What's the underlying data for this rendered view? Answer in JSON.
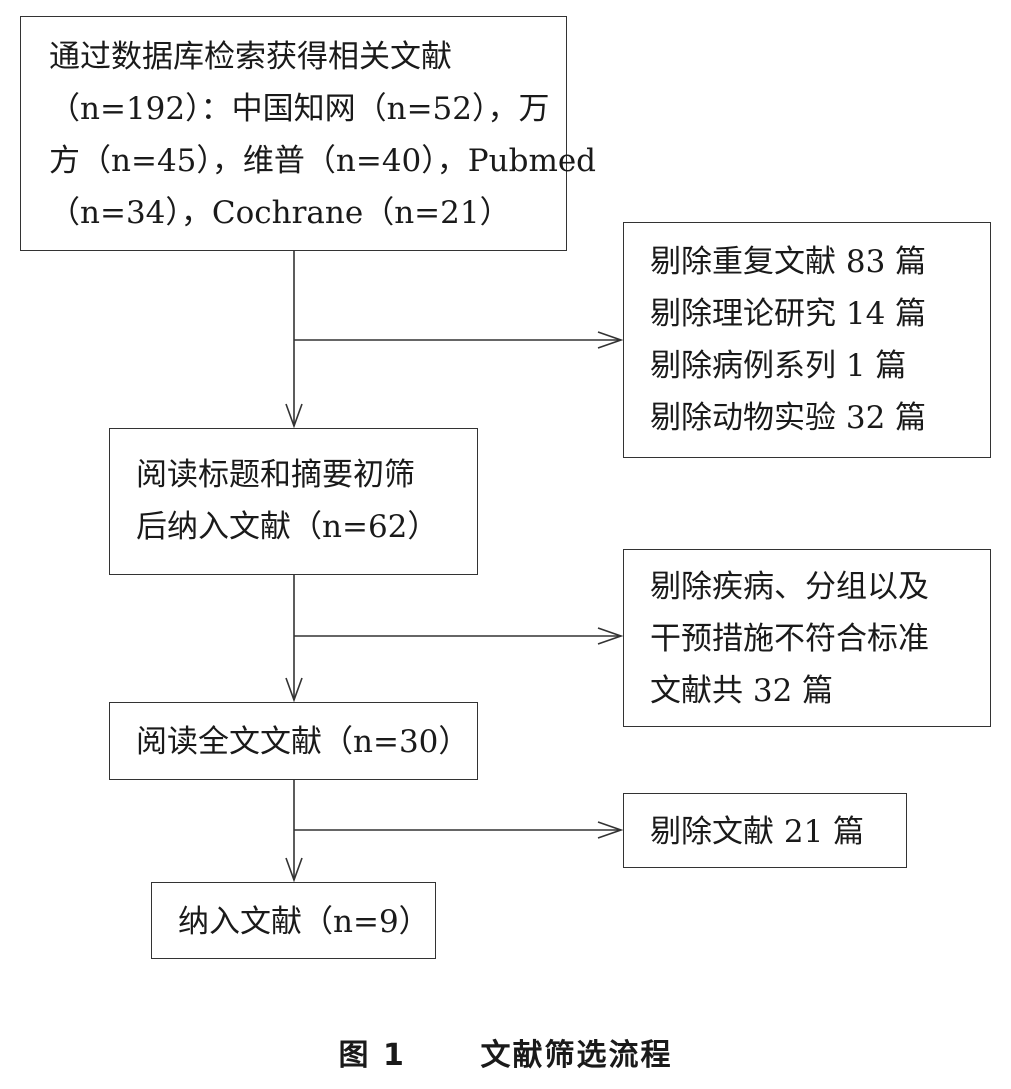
{
  "boxes": {
    "search": {
      "lines": [
        "通过数据库检索获得相关文献",
        "（n=192）：中国知网（n=52），万",
        "方（n=45），维普（n=40），Pubmed",
        "（n=34），Cochrane（n=21）"
      ]
    },
    "title_screen": {
      "lines": [
        "阅读标题和摘要初筛",
        "后纳入文献（n=62）"
      ]
    },
    "fulltext": {
      "lines": [
        "阅读全文文献（n=30）"
      ]
    },
    "included": {
      "lines": [
        "纳入文献（n=9）"
      ]
    }
  },
  "exclusions": {
    "first": {
      "lines": [
        "剔除重复文献 83 篇",
        "剔除理论研究 14 篇",
        "剔除病例系列 1 篇",
        "剔除动物实验 32 篇"
      ]
    },
    "second": {
      "lines": [
        "剔除疾病、分组以及",
        "干预措施不符合标准",
        "文献共 32 篇"
      ]
    },
    "third": {
      "lines": [
        "剔除文献 21 篇"
      ]
    }
  },
  "caption": {
    "figure": "图 1",
    "title": "文献筛选流程"
  },
  "colors": {
    "line": "#333333",
    "text": "#1a1a1a"
  }
}
